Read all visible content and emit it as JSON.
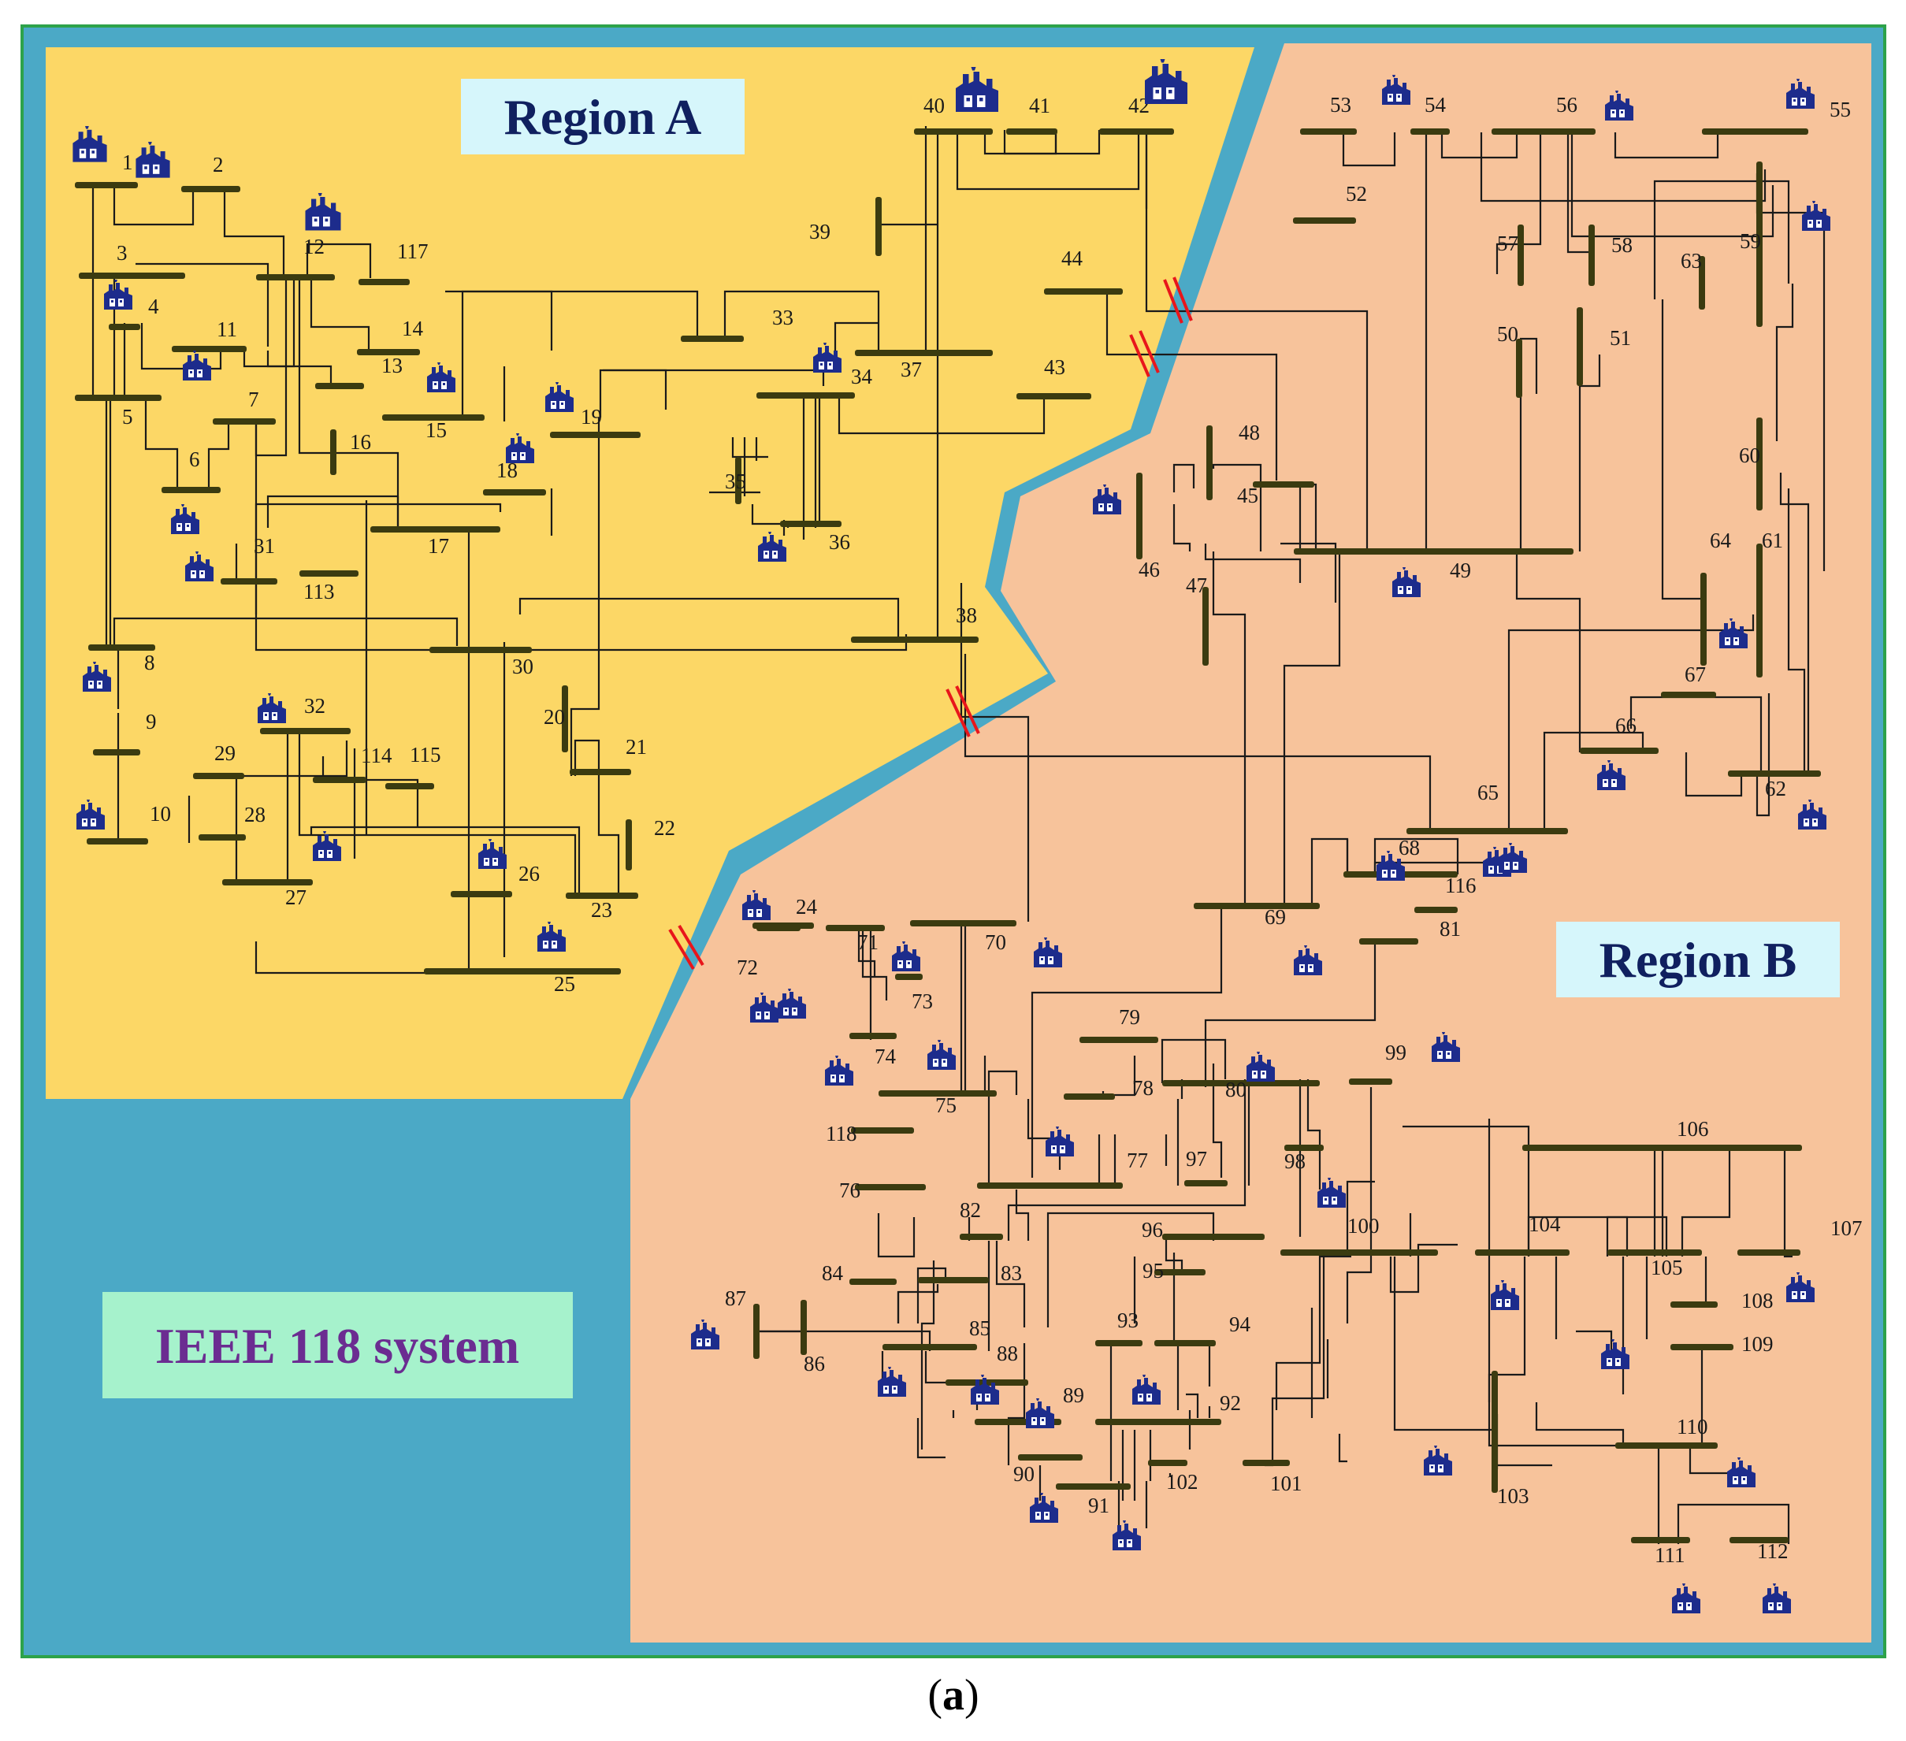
{
  "diagram": {
    "region_a_title": "Region A",
    "region_b_title": "Region B",
    "system_title": "IEEE 118 system",
    "caption_paren_open": "(",
    "caption_letter": "a",
    "caption_paren_close": ")",
    "colors": {
      "region_a_fill": "#fcd766",
      "region_b_fill": "#f7c39b",
      "background_fill": "#4ba9c6",
      "frame_border": "#2da24a",
      "busbar": "#3b3b10",
      "line": "#1a1a1a",
      "generator": "#1d2c8c",
      "cut_mark": "#e8161b",
      "region_a_title_color": "#10205f",
      "region_a_title_bg": "#d6f6fb",
      "region_b_title_color": "#10205f",
      "region_b_title_bg": "#d6f6fb",
      "system_title_color": "#6b2c91",
      "system_title_bg": "#a6f2cc"
    },
    "icon": "power-plant-icon",
    "buses": [
      "1",
      "2",
      "3",
      "4",
      "5",
      "6",
      "7",
      "8",
      "9",
      "10",
      "11",
      "12",
      "13",
      "14",
      "15",
      "16",
      "17",
      "18",
      "19",
      "20",
      "21",
      "22",
      "23",
      "24",
      "25",
      "26",
      "27",
      "28",
      "29",
      "30",
      "31",
      "32",
      "33",
      "34",
      "35",
      "36",
      "37",
      "38",
      "39",
      "40",
      "41",
      "42",
      "43",
      "44",
      "45",
      "46",
      "47",
      "48",
      "49",
      "50",
      "51",
      "52",
      "53",
      "54",
      "55",
      "56",
      "57",
      "58",
      "59",
      "60",
      "61",
      "62",
      "63",
      "64",
      "65",
      "66",
      "67",
      "68",
      "69",
      "70",
      "71",
      "72",
      "73",
      "74",
      "75",
      "76",
      "77",
      "78",
      "79",
      "80",
      "81",
      "82",
      "83",
      "84",
      "85",
      "86",
      "87",
      "88",
      "89",
      "90",
      "91",
      "92",
      "93",
      "94",
      "95",
      "96",
      "97",
      "98",
      "99",
      "100",
      "101",
      "102",
      "103",
      "104",
      "105",
      "106",
      "107",
      "108",
      "109",
      "110",
      "111",
      "112",
      "113",
      "114",
      "115",
      "116",
      "117",
      "118"
    ]
  }
}
